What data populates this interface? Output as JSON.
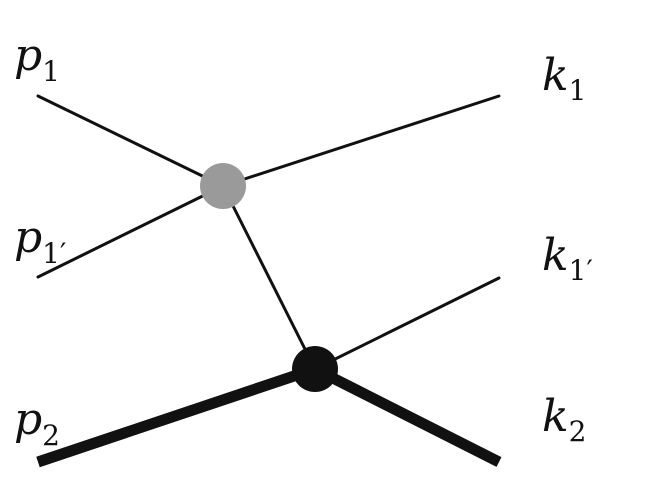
{
  "labels": {
    "p1": {
      "main": "p",
      "sub": "1"
    },
    "p1prime": {
      "main": "p",
      "sub": "1′"
    },
    "p2": {
      "main": "p",
      "sub": "2"
    },
    "k1": {
      "main": "k",
      "sub": "1"
    },
    "k1prime": {
      "main": "k",
      "sub": "1′"
    },
    "k2": {
      "main": "k",
      "sub": "2"
    }
  },
  "colors": {
    "line": "#111111",
    "upper_vertex": "#9a9a9a",
    "lower_vertex": "#111111"
  }
}
